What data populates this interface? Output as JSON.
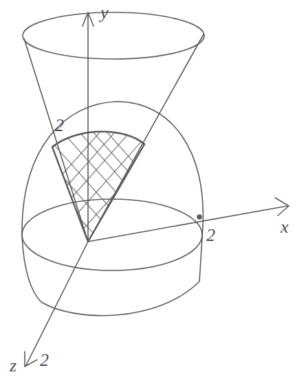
{
  "diagram": {
    "labels": [
      "y",
      "2",
      "2",
      "x",
      "z",
      "2"
    ]
  }
}
